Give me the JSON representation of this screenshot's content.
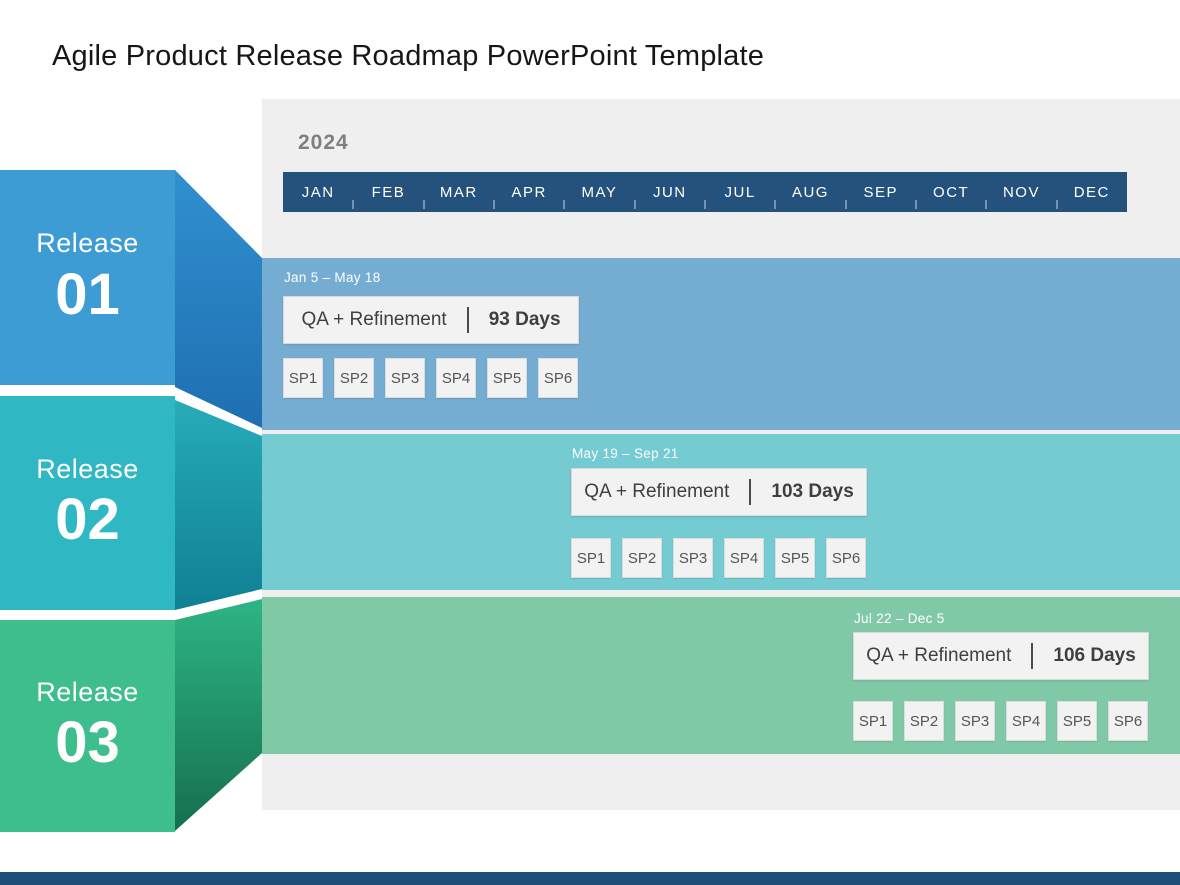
{
  "slide": {
    "title": "Agile Product Release Roadmap PowerPoint Template"
  },
  "timeline": {
    "year": "2024",
    "months": [
      "JAN",
      "FEB",
      "MAR",
      "APR",
      "MAY",
      "JUN",
      "JUL",
      "AUG",
      "SEP",
      "OCT",
      "NOV",
      "DEC"
    ],
    "bar_color": "#25517d"
  },
  "releases": [
    {
      "name_label": "Release",
      "number": "01",
      "date_range": "Jan 5 – May 18",
      "qa_label": "QA + Refinement",
      "duration_label": "93 Days",
      "sprints": [
        "SP1",
        "SP2",
        "SP3",
        "SP4",
        "SP5",
        "SP6"
      ],
      "colors": {
        "block": "#3e9cd5",
        "fold_start": "#3190cf",
        "fold_end": "#1e6fb2",
        "band": "#74add1"
      }
    },
    {
      "name_label": "Release",
      "number": "02",
      "date_range": "May 19 – Sep 21",
      "qa_label": "QA + Refinement",
      "duration_label": "103 Days",
      "sprints": [
        "SP1",
        "SP2",
        "SP3",
        "SP4",
        "SP5",
        "SP6"
      ],
      "colors": {
        "block": "#30b7c4",
        "fold_start": "#27acba",
        "fold_end": "#0f8093",
        "band": "#74cbd1"
      }
    },
    {
      "name_label": "Release",
      "number": "03",
      "date_range": "Jul 22 – Dec 5",
      "qa_label": "QA + Refinement",
      "duration_label": "106 Days",
      "sprints": [
        "SP1",
        "SP2",
        "SP3",
        "SP4",
        "SP5",
        "SP6"
      ],
      "colors": {
        "block": "#3ebe8d",
        "fold_start": "#2eb585",
        "fold_end": "#156f4e",
        "band": "#80c9a7"
      }
    }
  ],
  "colors": {
    "panel_background": "#efefef",
    "footer_bar": "#1f4e79",
    "box_background": "#f2f2f2",
    "box_text": "#3f3f3f",
    "year_text": "#7f7f7f"
  }
}
